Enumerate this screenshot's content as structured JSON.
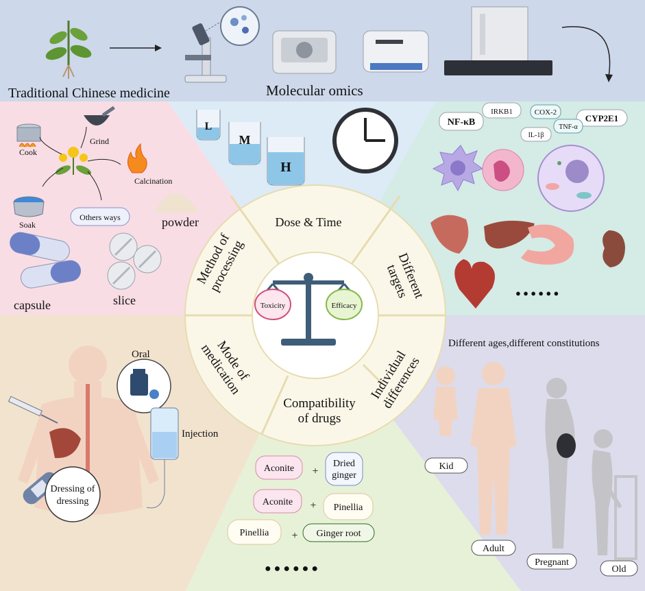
{
  "header": {
    "left_label": "Traditional Chinese medicine",
    "center_label": "Molecular omics"
  },
  "processing": {
    "cook": "Cook",
    "grind": "Grind",
    "calcination": "Calcination",
    "soak": "Soak",
    "others": "Others ways",
    "powder": "powder",
    "capsule": "capsule",
    "slice": "slice"
  },
  "dose": {
    "beaker_low": "L",
    "beaker_mid": "M",
    "beaker_high": "H"
  },
  "targets": {
    "markers": [
      "NF-κB",
      "IRKB1",
      "COX-2",
      "CYP2E1",
      "IL-1β",
      "TNF-α"
    ],
    "more": "● ● ● ● ● ●"
  },
  "center": {
    "segment_dose": "Dose & Time",
    "segment_targets_line1": "Different",
    "segment_targets_line2": "targets",
    "segment_individual_line1": "Individual",
    "segment_individual_line2": "differences",
    "segment_compat_line1": "Compatibility",
    "segment_compat_line2": "of drugs",
    "segment_mode_line1": "Mode of",
    "segment_mode_line2": "medication",
    "segment_method_line1": "Method of",
    "segment_method_line2": "processing",
    "toxicity": "Toxicity",
    "efficacy": "Efficacy"
  },
  "medication": {
    "oral": "Oral",
    "injection": "Injection",
    "dressing_line1": "Dressing of",
    "dressing_line2": "dressing"
  },
  "compatibility": {
    "pairs": [
      {
        "a": "Aconite",
        "b_line1": "Dried",
        "b_line2": "ginger"
      },
      {
        "a": "Aconite",
        "b_line1": "Pinellia",
        "b_line2": ""
      },
      {
        "a": "Pinellia",
        "b_line1": "Ginger root",
        "b_line2": ""
      }
    ],
    "plus": "+",
    "more": "● ● ● ● ● ●"
  },
  "individual": {
    "title": "Different ages,different constitutions",
    "kid": "Kid",
    "adult": "Adult",
    "pregnant": "Pregnant",
    "old": "Old"
  },
  "colors": {
    "header_bg": "#cdd8ea",
    "processing_bg": "#f8dde5",
    "dose_bg": "#dcebf5",
    "targets_bg": "#d4ebe6",
    "medication_bg": "#f2e3cf",
    "compat_bg": "#e7f1d8",
    "individual_bg": "#dcdcec",
    "wheel_fill": "#fbf7e8",
    "wheel_stroke": "#e6dcb0"
  }
}
